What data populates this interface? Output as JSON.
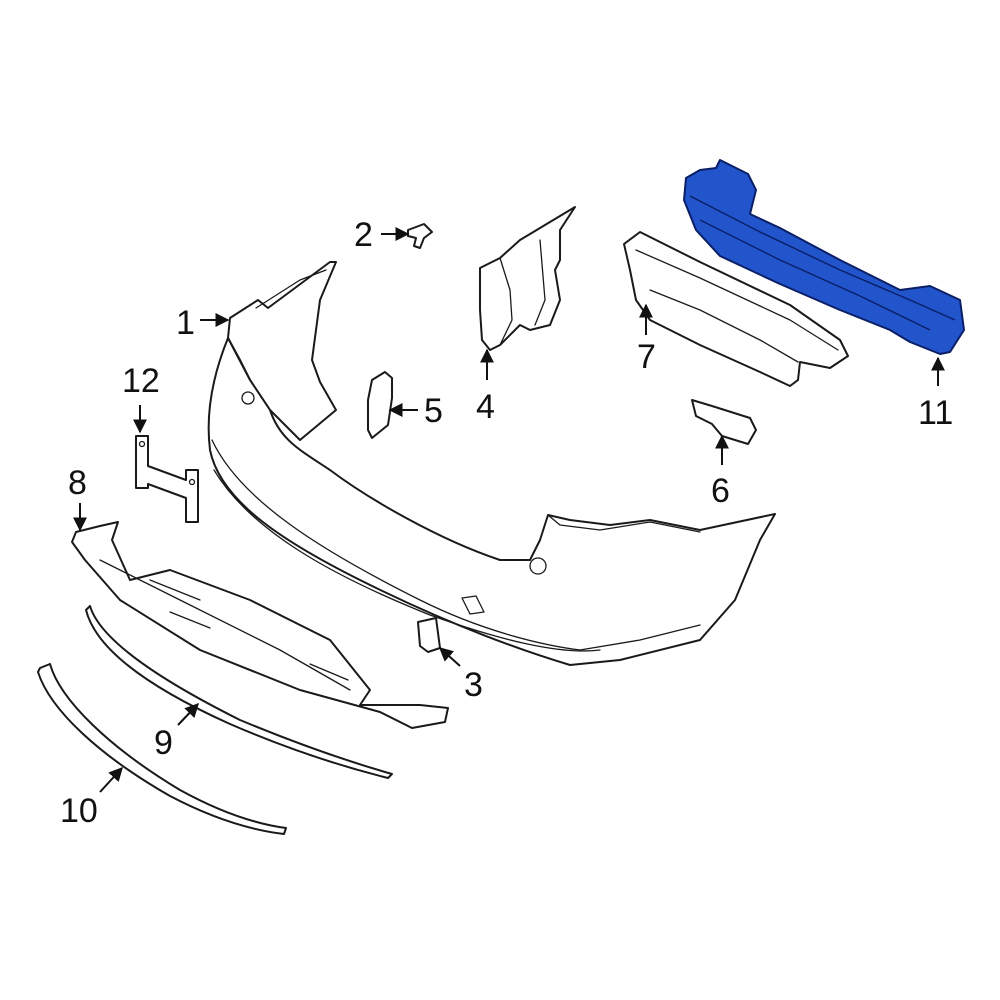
{
  "colors": {
    "background": "#ffffff",
    "line": "#1a1a1a",
    "highlight_fill": "#2255cc",
    "highlight_stroke": "#0a1f66"
  },
  "highlighted_part": "11",
  "callouts": {
    "c1": "1",
    "c2": "2",
    "c3": "3",
    "c4": "4",
    "c5": "5",
    "c6": "6",
    "c7": "7",
    "c8": "8",
    "c9": "9",
    "c10": "10",
    "c11": "11",
    "c12": "12"
  }
}
